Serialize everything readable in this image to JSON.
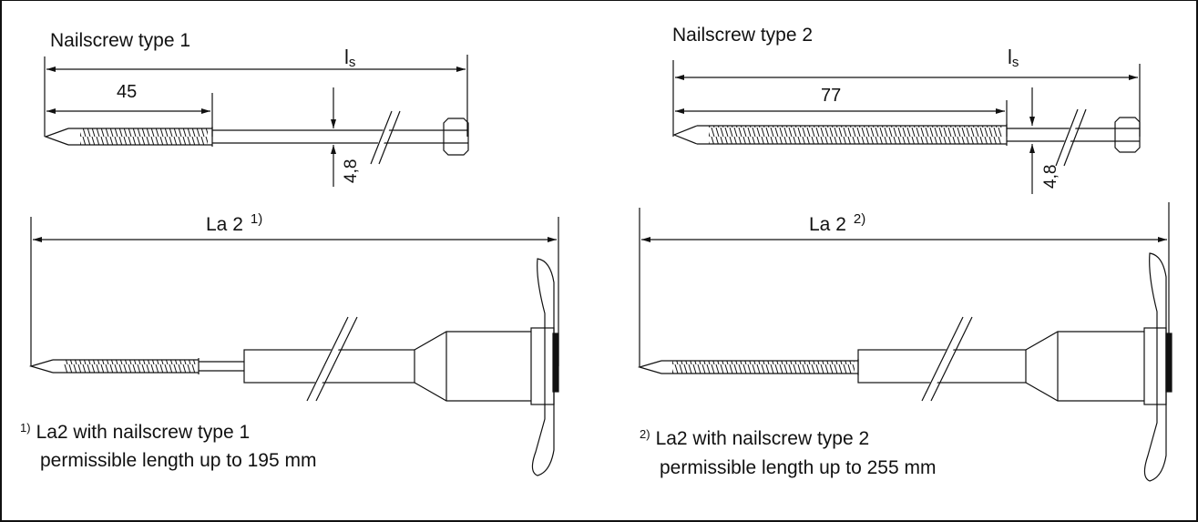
{
  "screw1": {
    "title": "Nailscrew type 1",
    "dim_total": "l",
    "dim_total_sub": "s",
    "dim_thread": "45",
    "dim_diameter": "4,8"
  },
  "screw2": {
    "title": "Nailscrew type 2",
    "dim_total": "l",
    "dim_total_sub": "s",
    "dim_thread": "77",
    "dim_diameter": "4,8"
  },
  "anchor1": {
    "dim_label": "La 2",
    "dim_ref": "1)",
    "note_ref": "1)",
    "note_line1": "La2 with nailscrew type 1",
    "note_line2": "permissible length up to 195 mm"
  },
  "anchor2": {
    "dim_label": "La 2",
    "dim_ref": "2)",
    "note_ref": "2)",
    "note_line1": "La2 with nailscrew type 2",
    "note_line2": "permissible length up to 255 mm"
  },
  "colors": {
    "line": "#111111",
    "background": "#ffffff"
  }
}
